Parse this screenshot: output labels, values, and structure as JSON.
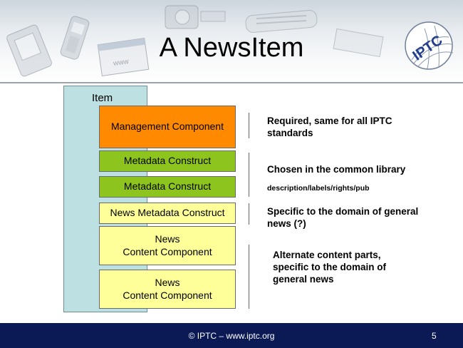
{
  "slide": {
    "title": "A NewsItem",
    "logo_text": "IPTC",
    "banner_icons": [
      "pda-icon",
      "phone-icon",
      "browser-icon",
      "camera-icon",
      "newspaper-icon"
    ],
    "www_label": "www"
  },
  "diagram": {
    "container_label": "Item",
    "colors": {
      "item": "#bde0e3",
      "management": "#ff8a00",
      "metadata": "#8dc51e",
      "news": "#ffff99"
    },
    "components": {
      "management": "Management Component",
      "metadata_1": "Metadata Construct",
      "metadata_2": "Metadata Construct",
      "news_metadata": "News Metadata Construct",
      "content_1_line1": "News",
      "content_1_line2": "Content Component",
      "content_2_line1": "News",
      "content_2_line2": "Content Component"
    },
    "notes": {
      "management": "Required, same for all IPTC standards",
      "metadata": "Chosen in the common library",
      "metadata_detail": "description/labels/rights/pub",
      "news_metadata": "Specific to the domain of general news (?)",
      "content": "Alternate content parts, specific to the domain of general news"
    }
  },
  "footer": {
    "text": "© IPTC – www.iptc.org",
    "page_number": "5",
    "color": "#0b1a55"
  }
}
